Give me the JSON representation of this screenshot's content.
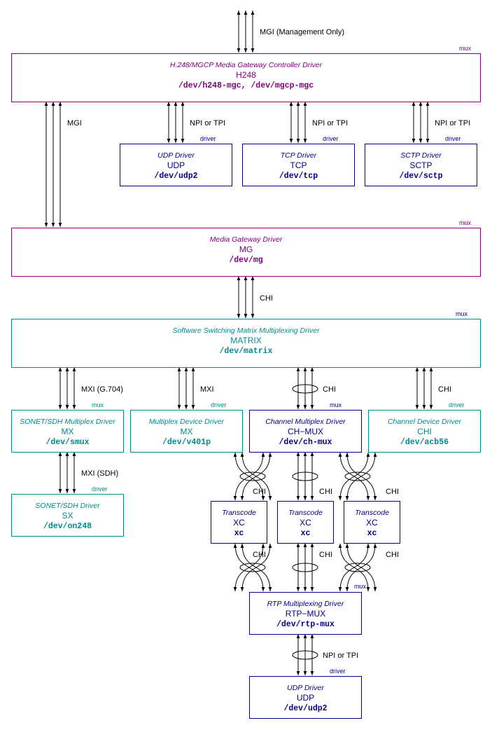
{
  "colors": {
    "purple": "#800080",
    "blue": "#000080",
    "teal": "#008b8b",
    "line": "#000000"
  },
  "boxes": {
    "h248": {
      "title": "H.248/MGCP Media Gateway Controller Driver",
      "name": "H248",
      "device": "/dev/h248-mgc, /dev/mgcp-mgc",
      "tag": "mux"
    },
    "udp_top": {
      "title": "UDP Driver",
      "name": "UDP",
      "device": "/dev/udp2",
      "tag": "driver"
    },
    "tcp": {
      "title": "TCP Driver",
      "name": "TCP",
      "device": "/dev/tcp",
      "tag": "driver"
    },
    "sctp": {
      "title": "SCTP Driver",
      "name": "SCTP",
      "device": "/dev/sctp",
      "tag": "driver"
    },
    "mg": {
      "title": "Media Gateway Driver",
      "name": "MG",
      "device": "/dev/mg",
      "tag": "mux"
    },
    "matrix": {
      "title": "Software Switching Matrix Multiplexing Driver",
      "name": "MATRIX",
      "device": "/dev/matrix",
      "tag": "mux"
    },
    "smux": {
      "title": "SONET/SDH Multiplex Driver",
      "name": "MX",
      "device": "/dev/smux",
      "tag": "mux"
    },
    "mxdev": {
      "title": "Multiplex Device Driver",
      "name": "MX",
      "device": "/dev/v401p",
      "tag": "driver"
    },
    "chmux": {
      "title": "Channel Multiplex Driver",
      "name": "CH−MUX",
      "device": "/dev/ch-mux",
      "tag": "mux"
    },
    "chdev": {
      "title": "Channel Device Driver",
      "name": "CHI",
      "device": "/dev/acb56",
      "tag": "driver"
    },
    "sx": {
      "title": "SONET/SDH Driver",
      "name": "SX",
      "device": "/dev/on248",
      "tag": "driver"
    },
    "xc1": {
      "title": "Transcode",
      "name": "XC",
      "device": "xc"
    },
    "xc2": {
      "title": "Transcode",
      "name": "XC",
      "device": "xc"
    },
    "xc3": {
      "title": "Transcode",
      "name": "XC",
      "device": "xc"
    },
    "rtpmux": {
      "title": "RTP Multiplexing Driver",
      "name": "RTP−MUX",
      "device": "/dev/rtp-mux",
      "tag": "mux"
    },
    "udp_bot": {
      "title": "UDP Driver",
      "name": "UDP",
      "device": "/dev/udp2",
      "tag": "driver"
    }
  },
  "labels": {
    "mgi_top": "MGI (Management Only)",
    "mgi_left": "MGI",
    "npi_udp": "NPI or TPI",
    "npi_tcp": "NPI or TPI",
    "npi_sctp": "NPI or TPI",
    "chi_mg": "CHI",
    "mxi_g704": "MXI (G.704)",
    "mxi_dev": "MXI",
    "chi_chmux": "CHI",
    "chi_chdev": "CHI",
    "mxi_sdh": "MXI (SDH)",
    "chi_xc1_top": "CHI",
    "chi_xc2_top": "CHI",
    "chi_xc3_top": "CHI",
    "chi_xc1_bot": "CHI",
    "chi_xc2_bot": "CHI",
    "chi_xc3_bot": "CHI",
    "npi_rtp": "NPI or TPI"
  }
}
